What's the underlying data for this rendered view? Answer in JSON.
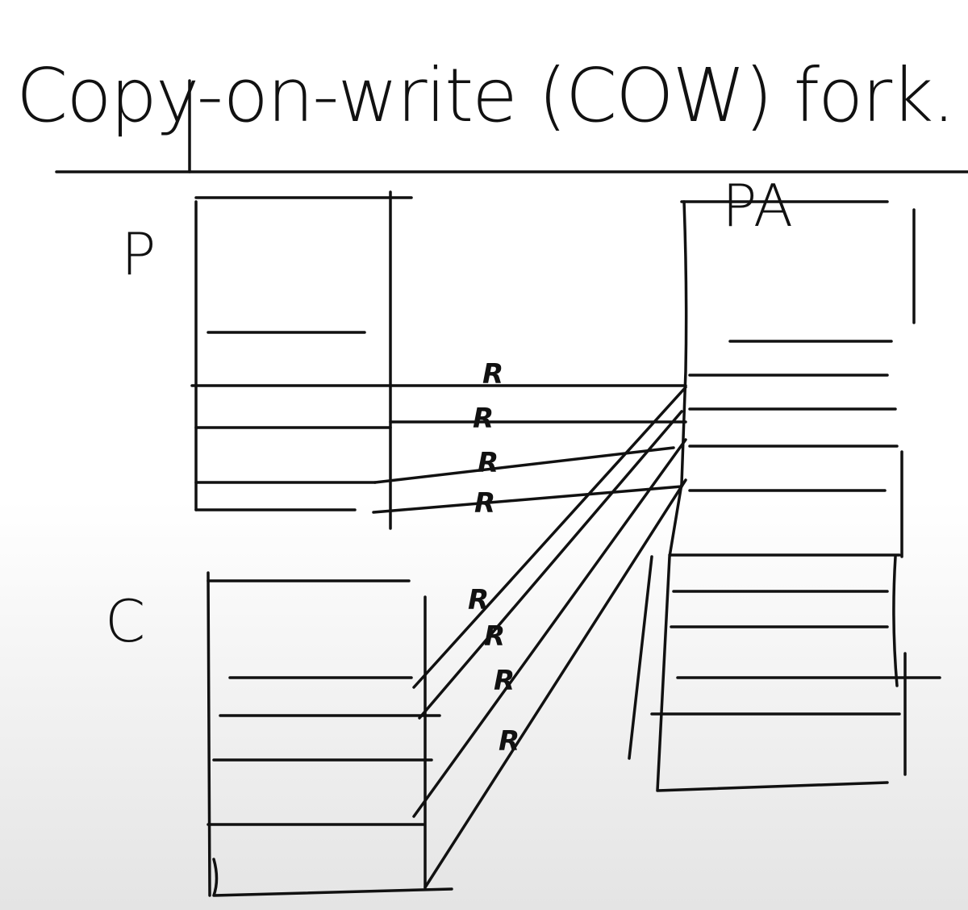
{
  "title": "Copy-on-write (COW) fork.",
  "labels": {
    "parent": "P",
    "child": "C",
    "physical": "PA"
  },
  "permission_marks": [
    "R",
    "R",
    "R",
    "R",
    "R",
    "R",
    "R",
    "R"
  ],
  "colors": {
    "ink": "#111111",
    "background_top": "#ffffff",
    "background_bottom": "#e4e4e4"
  }
}
